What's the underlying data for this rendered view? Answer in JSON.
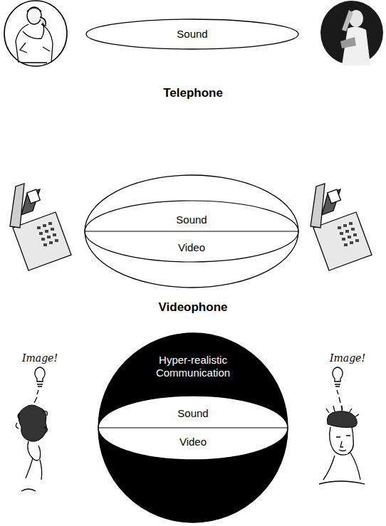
{
  "diagram": {
    "nodes": [
      {
        "text": [
          "Sound"
        ]
      },
      {
        "text": [
          "Sound",
          "Video"
        ]
      },
      {
        "text": [
          "Hyper-realistic Communication"
        ]
      },
      {
        "text": [
          "Sound",
          "Video"
        ],
        "in": 2
      }
    ],
    "labels": [
      "Telephone",
      "Videophone",
      "Image!",
      "Image!"
    ]
  }
}
